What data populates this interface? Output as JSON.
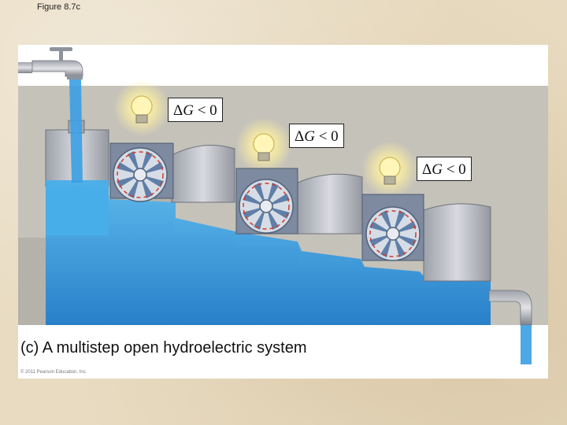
{
  "figure_label": "Figure 8.7c",
  "delta_g_labels": [
    {
      "delta": "Δ",
      "g": "G",
      "rel": " < 0"
    },
    {
      "delta": "Δ",
      "g": "G",
      "rel": " < 0"
    },
    {
      "delta": "Δ",
      "g": "G",
      "rel": " < 0"
    }
  ],
  "caption": "(c) A multistep open hydroelectric system",
  "copyright": "© 2011 Pearson Education, Inc.",
  "colors": {
    "water": "#3aa6e6",
    "water_dark": "#1f7fcf",
    "tank": "#b9bcc4",
    "wall": "#c6c3bb",
    "turbine": "#6b86a8",
    "bulb": "#fff2a0"
  }
}
